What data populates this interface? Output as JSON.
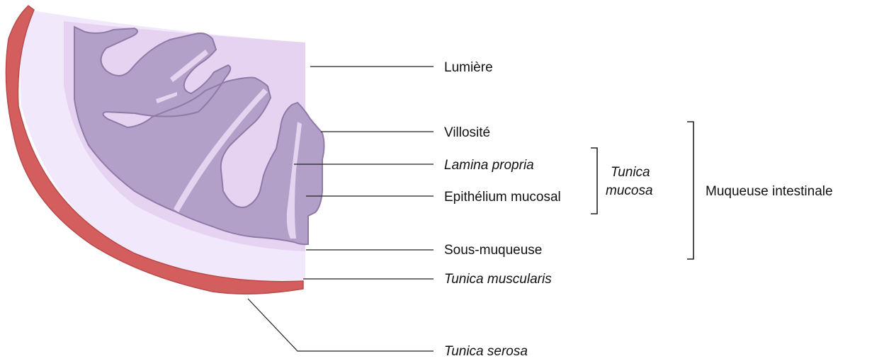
{
  "labels": {
    "lumen": "Lumière",
    "villus": "Villosité",
    "lamina_propria": "Lamina propria",
    "epithelium": "Epithélium mucosal",
    "submucosa": "Sous-muqueuse",
    "muscularis": "Tunica muscularis",
    "serosa": "Tunica serosa",
    "mucosa_group_line1": "Tunica",
    "mucosa_group_line2": "mucosa",
    "intestinal_mucosa": "Muqueuse intestinale"
  },
  "colors": {
    "serosa": "#d45e5e",
    "muscularis": "#f2e8fb",
    "submucosa": "#e6d3f2",
    "mucosa": "#b3a0c9",
    "mucosa_outline": "#8f7aa8",
    "lamina_propria": "#e4d4f0",
    "leader_line": "#222222"
  }
}
